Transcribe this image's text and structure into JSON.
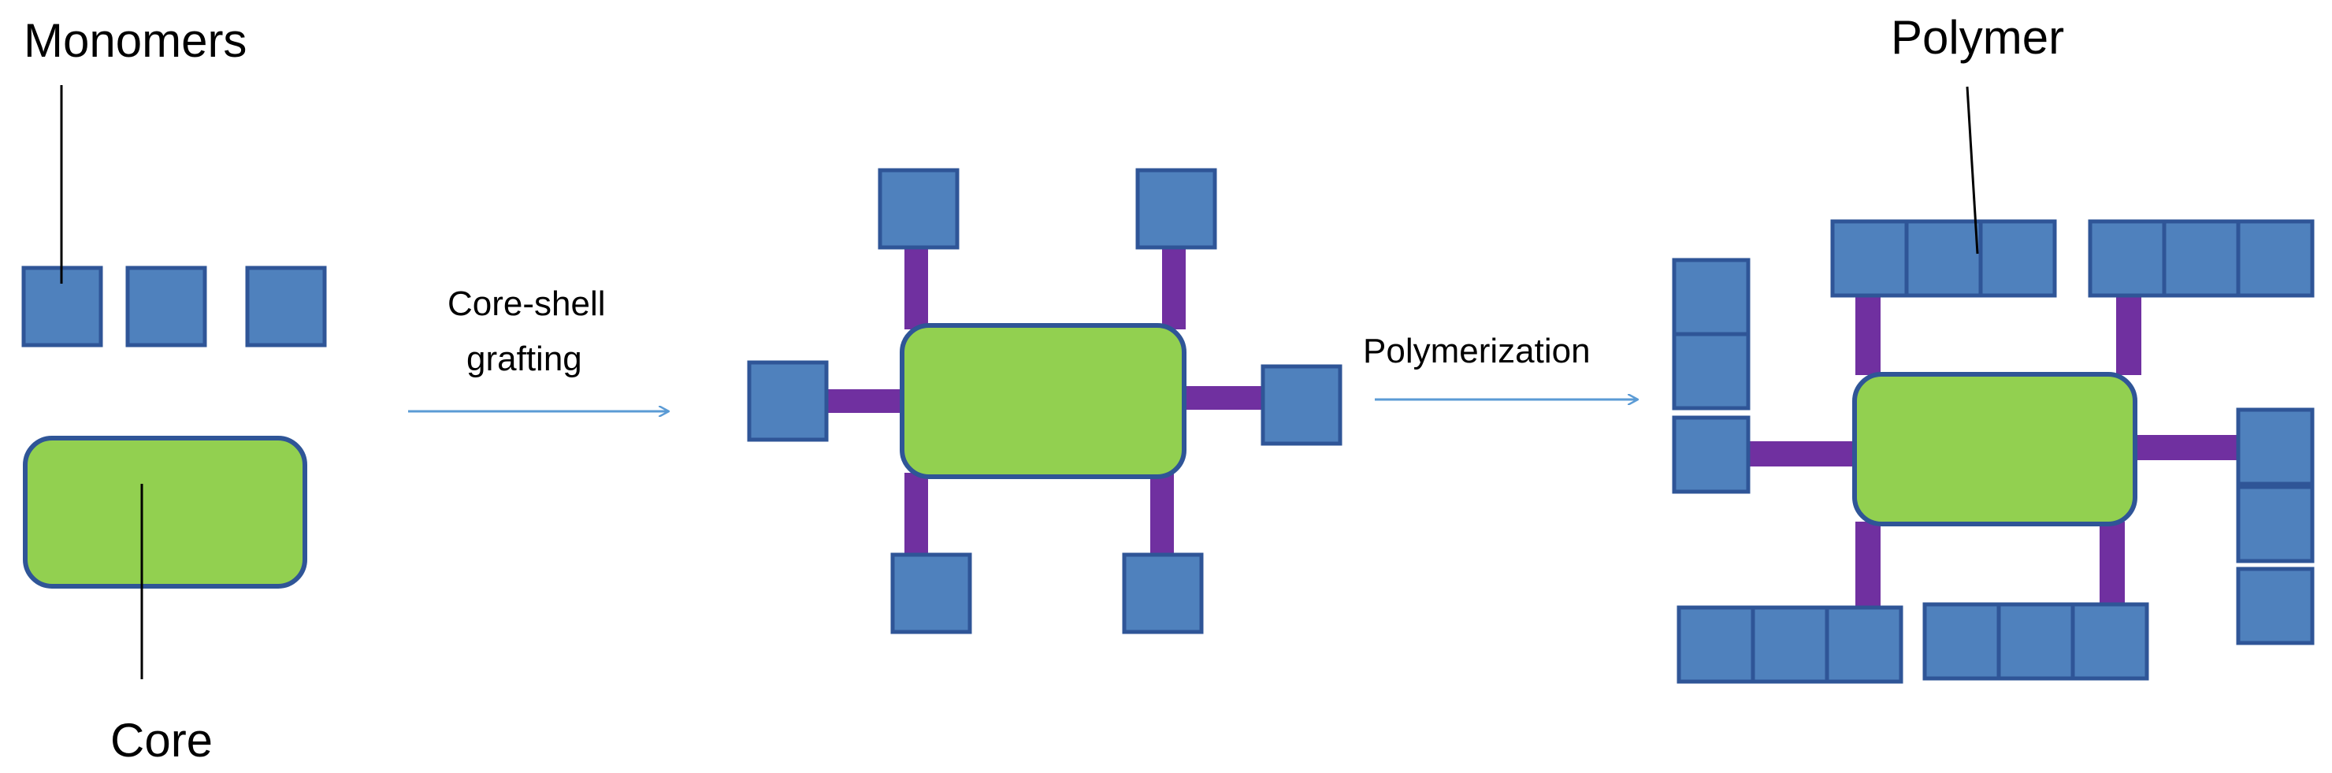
{
  "labels": {
    "monomers": "Monomers",
    "core": "Core",
    "polymer": "Polymer",
    "step1_line1": "Core-shell",
    "step1_line2": "grafting",
    "step2": "Polymerization"
  },
  "colors": {
    "monomer_fill": "#4f81bd",
    "monomer_stroke": "#2f5597",
    "core_fill": "#92d050",
    "linker": "#7030a0",
    "arrow": "#5b9bd5",
    "leader_line": "#000000"
  }
}
